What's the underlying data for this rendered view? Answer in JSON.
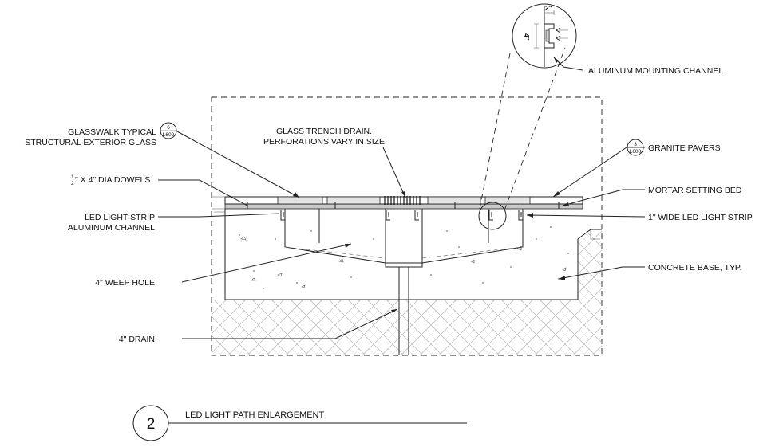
{
  "labels": {
    "glasswalk_line1": "GLASSWALK TYPICAL",
    "glasswalk_line2": "STRUCTURAL EXTERIOR GLASS",
    "glasswalk_ref_top": "6",
    "glasswalk_ref_bottom": "L600",
    "dowels_frac_num": "1",
    "dowels_frac_den": "2",
    "dowels_text": "\" X 4\" DIA DOWELS",
    "led_strip_line1": "LED LIGHT STRIP",
    "led_strip_line2": "ALUMINUM CHANNEL",
    "weep_hole": "4\" WEEP HOLE",
    "drain": "4\" DRAIN",
    "trench_line1": "GLASS TRENCH DRAIN.",
    "trench_line2": "PERFORATIONS VARY IN SIZE",
    "aluminum_channel": "ALUMINUM MOUNTING CHANNEL",
    "granite_pavers": "GRANITE PAVERS",
    "granite_ref_top": "3",
    "granite_ref_bottom": "L600",
    "mortar_bed": "MORTAR SETTING BED",
    "led_1in": "1\" WIDE LED LIGHT STRIP",
    "concrete_base": "CONCRETE BASE, TYP."
  },
  "detail": {
    "dim_width": "2\"",
    "dim_height": "4\""
  },
  "title_block": {
    "number": "2",
    "title": "LED LIGHT PATH ENLARGEMENT"
  }
}
